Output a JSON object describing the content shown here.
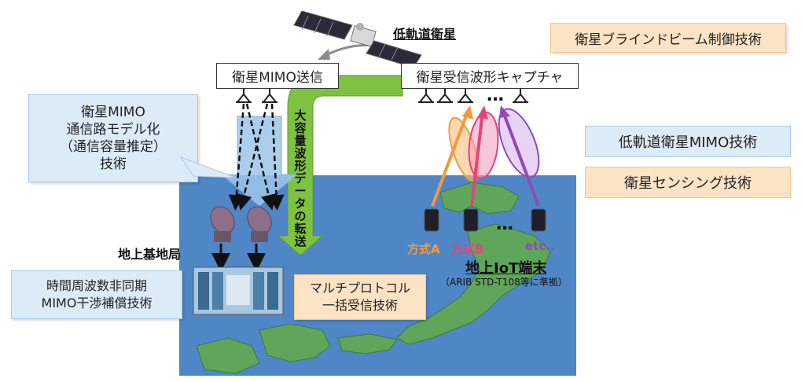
{
  "labels": {
    "leo_satellite": "低軌道衛星",
    "satellite_mimo_tx": "衛星MIMO送信",
    "waveform_capture": "衛星受信波形キャプチャ",
    "blind_beam": "衛星ブラインドビーム制御技術",
    "channel_model_lines": [
      "衛星MIMO",
      "通信路モデル化",
      "（通信容量推定）",
      "技術"
    ],
    "transfer_lines": [
      "大",
      "容",
      "量",
      "波",
      "形",
      "デ",
      "ー",
      "タ",
      "の",
      "転",
      "送"
    ],
    "ground_station": "地上基地局",
    "async_mimo_lines": [
      "時間周波数非同期",
      "MIMO干渉補償技術"
    ],
    "multiprotocol_lines": [
      "マルチプロトコル",
      "一括受信技術"
    ],
    "method_a": "方式A",
    "method_b": "方式B",
    "etc": "etc..",
    "ground_iot": "地上IoT端末",
    "arib": "（ARIB STD-T108等に準拠）",
    "ellipsis": "…",
    "legend_mimo": "低軌道衛星MIMO技術",
    "legend_sensing": "衛星センシング技術"
  },
  "colors": {
    "sea": "#4f86c6",
    "land": "#5fa65a",
    "green_arrow": "#7ec242",
    "orange": "#f39a3b",
    "pink": "#e0457b",
    "purple": "#8e4bb5",
    "blue_arrow": "#9cc6ea"
  }
}
